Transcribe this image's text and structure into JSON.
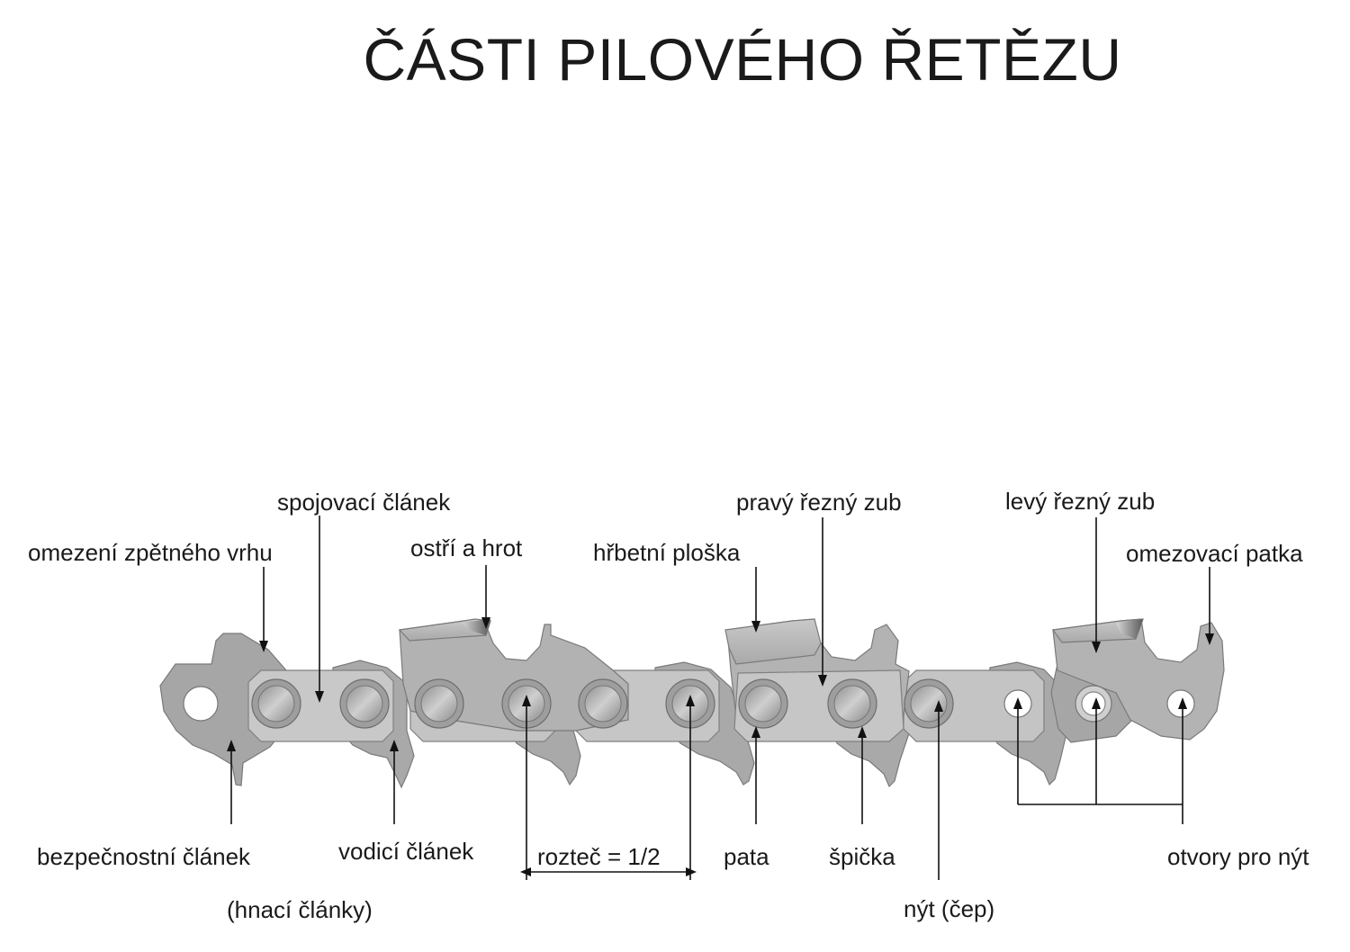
{
  "title": "ČÁSTI PILOVÉHO ŘETĚZU",
  "labels": {
    "spojovaci_clanek": "spojovací článek",
    "omezeni_zpetneho_vrhu": "omezení zpětného vrhu",
    "ostri_a_hrot": "ostří a hrot",
    "hrbetni_ploska": "hřbetní ploška",
    "pravy_rezny_zub": "pravý řezný zub",
    "levy_rezny_zub": "levý řezný zub",
    "omezovaci_patka": "omezovací patka",
    "bezpecnostni_clanek": "bezpečnostní článek",
    "vodici_clanek": "vodicí článek",
    "hnaci_clanky": "(hnací články)",
    "roztec": "rozteč = 1/2",
    "pata": "pata",
    "spicka": "špička",
    "nyt_cep": "nýt (čep)",
    "otvory_pro_nyt": "otvory pro nýt"
  }
}
